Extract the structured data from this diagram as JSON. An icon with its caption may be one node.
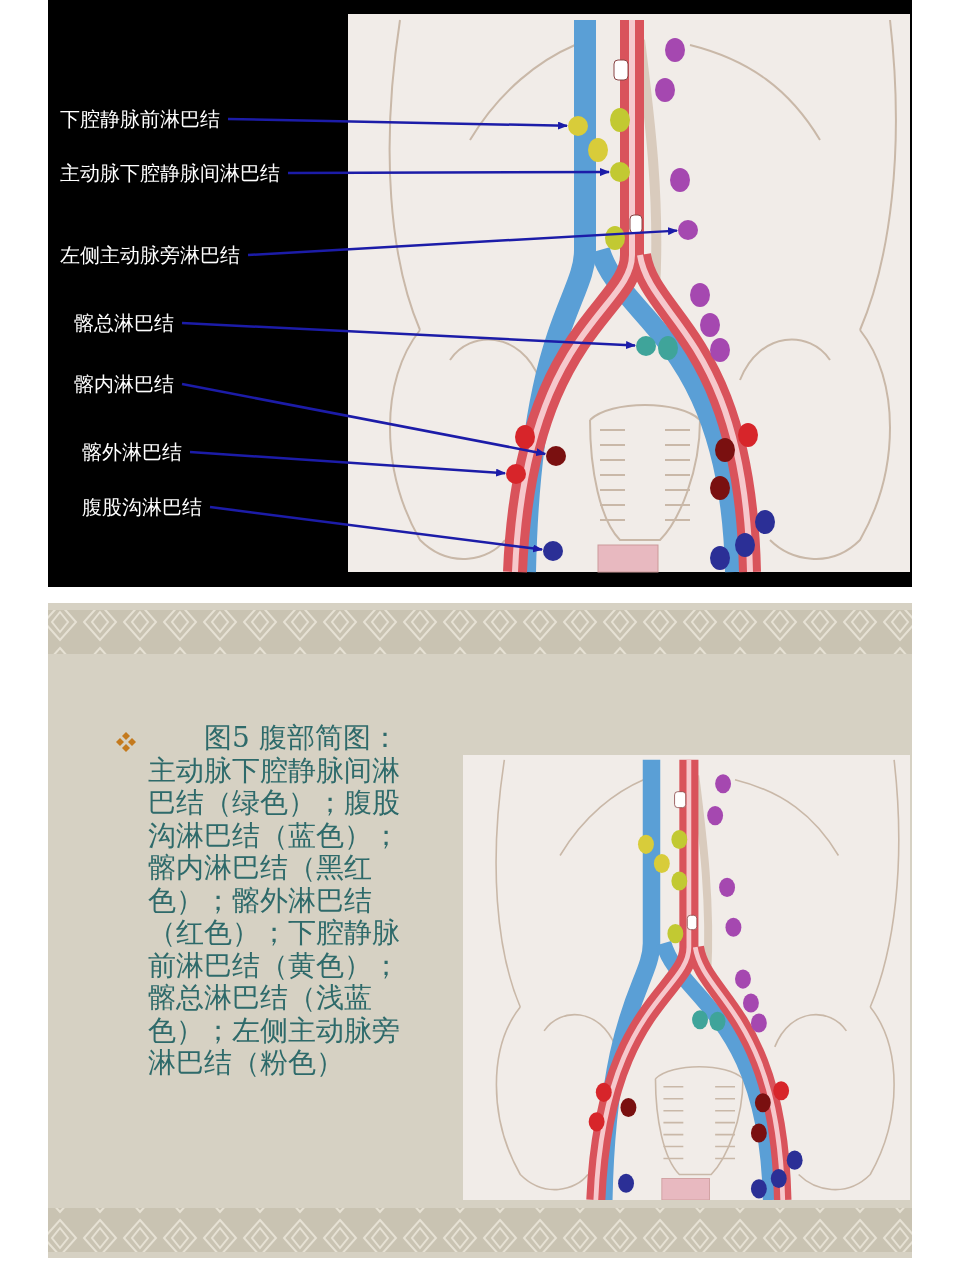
{
  "diagram": {
    "nodes": [
      {
        "text": [
          "下腔静脉前淋巴结"
        ]
      },
      {
        "text": [
          "主动脉下腔静脉间淋巴结"
        ]
      },
      {
        "text": [
          "左侧主动脉旁淋巴结"
        ]
      },
      {
        "text": [
          "髂总淋巴结"
        ]
      },
      {
        "text": [
          "髂内淋巴结"
        ]
      },
      {
        "text": [
          "髂外淋巴结"
        ]
      },
      {
        "text": [
          "腹股沟淋巴结"
        ]
      },
      {
        "text": [],
        "shape": "circle"
      },
      {
        "text": [],
        "shape": "circle"
      },
      {
        "text": [],
        "shape": "circle"
      },
      {
        "text": [],
        "shape": "circle"
      },
      {
        "text": [],
        "shape": "circle"
      },
      {
        "text": [],
        "shape": "circle"
      },
      {
        "text": [],
        "shape": "circle"
      }
    ],
    "edges": [
      {
        "from": 0,
        "to": 7,
        "arrow": "to"
      },
      {
        "from": 1,
        "to": 8,
        "arrow": "to"
      },
      {
        "from": 2,
        "to": 9,
        "arrow": "to"
      },
      {
        "from": 3,
        "to": 10,
        "arrow": "to"
      },
      {
        "from": 4,
        "to": 11,
        "arrow": "to"
      },
      {
        "from": 5,
        "to": 12,
        "arrow": "to"
      },
      {
        "from": 6,
        "to": 13,
        "arrow": "to"
      }
    ],
    "labels": [
      "图5 腹部简图：主动脉下腔静脉间淋巴结（绿色）；腹股沟淋巴结（蓝色）；髂内淋巴结（黑红色）；髂外淋巴结（红色）；下腔静脉前淋巴结（黄色）；髂总淋巴结（浅蓝色）；左侧主动脉旁淋巴结（粉色）"
    ]
  }
}
